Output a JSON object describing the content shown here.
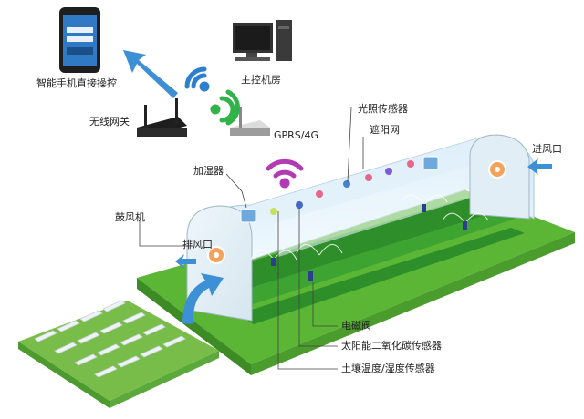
{
  "labels": {
    "smartphone": "智能手机直接操控",
    "control_room": "主控机房",
    "gateway": "无线网关",
    "gprs": "GPRS/4G",
    "light_sensor": "光照传感器",
    "shade_net": "遮阳网",
    "air_inlet": "进风口",
    "humidifier": "加湿器",
    "blower": "鼓风机",
    "exhaust": "排风口",
    "solenoid_valve": "电磁阀",
    "co2_sensor": "太阳能二氧化碳传感器",
    "soil_sensor": "土壤温度/湿度传感器"
  },
  "colors": {
    "wifi_blue": "#2f7fcf",
    "wifi_green": "#32b34a",
    "wifi_purple": "#b23bb5",
    "arrow_blue": "#3d8fd6",
    "grass": "#5bb634",
    "dark_green": "#2e8f2a"
  }
}
